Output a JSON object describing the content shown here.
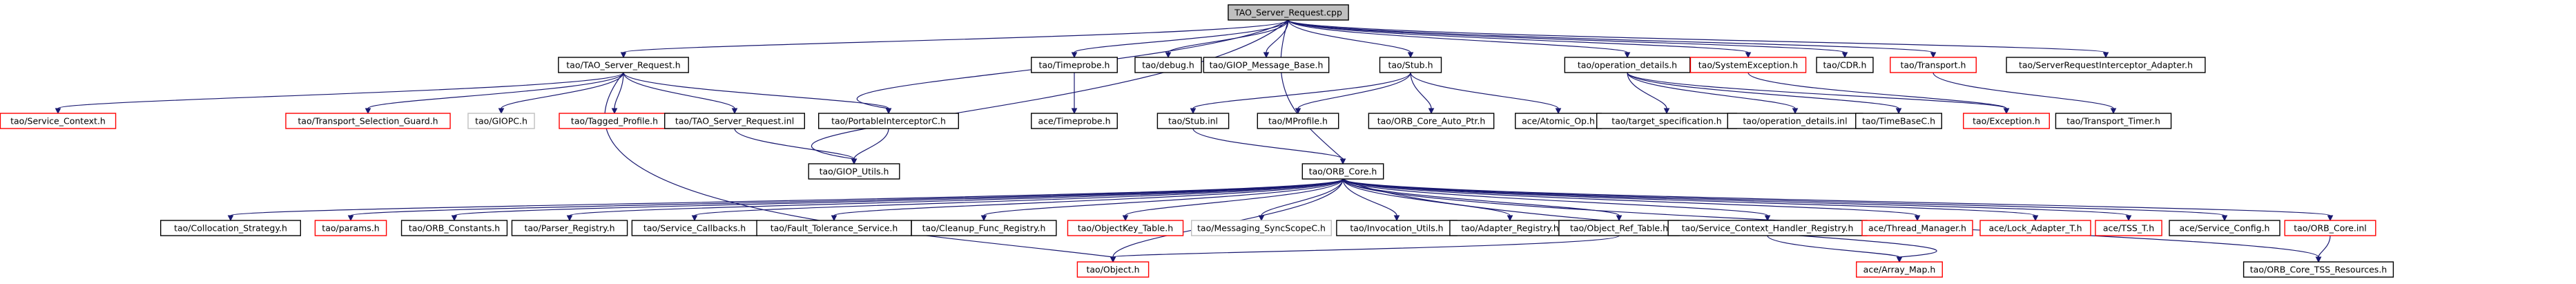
{
  "colors": {
    "root_fill": "#bfbfbf",
    "root_border": "#000000",
    "plain_border": "#000000",
    "linked_border": "#ff0000",
    "external_border": "#bfbfbf",
    "edge": "#191970"
  },
  "nodes": [
    {
      "id": "n0",
      "label": "TAO_Server_Request.cpp",
      "kind": "root"
    },
    {
      "id": "n1",
      "label": "tao/TAO_Server_Request.h",
      "kind": "plain"
    },
    {
      "id": "n2",
      "label": "tao/Timeprobe.h",
      "kind": "plain"
    },
    {
      "id": "n3",
      "label": "tao/debug.h",
      "kind": "plain"
    },
    {
      "id": "n4",
      "label": "tao/GIOP_Message_Base.h",
      "kind": "plain"
    },
    {
      "id": "n5",
      "label": "tao/Stub.h",
      "kind": "plain"
    },
    {
      "id": "n6",
      "label": "tao/operation_details.h",
      "kind": "plain"
    },
    {
      "id": "n7",
      "label": "tao/SystemException.h",
      "kind": "linked"
    },
    {
      "id": "n8",
      "label": "tao/CDR.h",
      "kind": "plain"
    },
    {
      "id": "n9",
      "label": "tao/Transport.h",
      "kind": "linked"
    },
    {
      "id": "n10",
      "label": "tao/ServerRequestInterceptor_Adapter.h",
      "kind": "plain"
    },
    {
      "id": "n11",
      "label": "tao/Service_Context.h",
      "kind": "linked"
    },
    {
      "id": "n12",
      "label": "tao/Transport_Selection_Guard.h",
      "kind": "linked"
    },
    {
      "id": "n13",
      "label": "tao/GIOPC.h",
      "kind": "external"
    },
    {
      "id": "n14",
      "label": "tao/Tagged_Profile.h",
      "kind": "linked"
    },
    {
      "id": "n15",
      "label": "tao/TAO_Server_Request.inl",
      "kind": "plain"
    },
    {
      "id": "n16",
      "label": "tao/PortableInterceptorC.h",
      "kind": "plain"
    },
    {
      "id": "n17",
      "label": "ace/Timeprobe.h",
      "kind": "plain"
    },
    {
      "id": "n18",
      "label": "tao/Stub.inl",
      "kind": "plain"
    },
    {
      "id": "n19",
      "label": "tao/MProfile.h",
      "kind": "plain"
    },
    {
      "id": "n20",
      "label": "tao/ORB_Core_Auto_Ptr.h",
      "kind": "plain"
    },
    {
      "id": "n21",
      "label": "ace/Atomic_Op.h",
      "kind": "plain"
    },
    {
      "id": "n22",
      "label": "tao/target_specification.h",
      "kind": "plain"
    },
    {
      "id": "n23",
      "label": "tao/operation_details.inl",
      "kind": "plain"
    },
    {
      "id": "n24",
      "label": "tao/TimeBaseC.h",
      "kind": "plain"
    },
    {
      "id": "n25",
      "label": "tao/Exception.h",
      "kind": "linked"
    },
    {
      "id": "n26",
      "label": "tao/Transport_Timer.h",
      "kind": "plain"
    },
    {
      "id": "n27",
      "label": "tao/GIOP_Utils.h",
      "kind": "plain"
    },
    {
      "id": "n28",
      "label": "tao/ORB_Core.h",
      "kind": "plain"
    },
    {
      "id": "n29",
      "label": "tao/Collocation_Strategy.h",
      "kind": "plain"
    },
    {
      "id": "n30",
      "label": "tao/params.h",
      "kind": "linked"
    },
    {
      "id": "n31",
      "label": "tao/ORB_Constants.h",
      "kind": "plain"
    },
    {
      "id": "n32",
      "label": "tao/Parser_Registry.h",
      "kind": "plain"
    },
    {
      "id": "n33",
      "label": "tao/Service_Callbacks.h",
      "kind": "plain"
    },
    {
      "id": "n34",
      "label": "tao/Fault_Tolerance_Service.h",
      "kind": "plain"
    },
    {
      "id": "n35",
      "label": "tao/Cleanup_Func_Registry.h",
      "kind": "plain"
    },
    {
      "id": "n36",
      "label": "tao/ObjectKey_Table.h",
      "kind": "linked"
    },
    {
      "id": "n37",
      "label": "tao/Messaging_SyncScopeC.h",
      "kind": "external"
    },
    {
      "id": "n38",
      "label": "tao/Invocation_Utils.h",
      "kind": "plain"
    },
    {
      "id": "n39",
      "label": "tao/Adapter_Registry.h",
      "kind": "plain"
    },
    {
      "id": "n40",
      "label": "tao/Object_Ref_Table.h",
      "kind": "plain"
    },
    {
      "id": "n41",
      "label": "tao/Service_Context_Handler_Registry.h",
      "kind": "plain"
    },
    {
      "id": "n42",
      "label": "ace/Thread_Manager.h",
      "kind": "linked"
    },
    {
      "id": "n43",
      "label": "ace/Lock_Adapter_T.h",
      "kind": "linked"
    },
    {
      "id": "n44",
      "label": "ace/TSS_T.h",
      "kind": "linked"
    },
    {
      "id": "n45",
      "label": "ace/Service_Config.h",
      "kind": "plain"
    },
    {
      "id": "n46",
      "label": "tao/ORB_Core.inl",
      "kind": "linked"
    },
    {
      "id": "n47",
      "label": "tao/Object.h",
      "kind": "linked"
    },
    {
      "id": "n48",
      "label": "ace/Array_Map.h",
      "kind": "linked"
    },
    {
      "id": "n49",
      "label": "tao/ORB_Core_TSS_Resources.h",
      "kind": "plain"
    }
  ],
  "edges": [
    [
      "n0",
      "n1"
    ],
    [
      "n0",
      "n2"
    ],
    [
      "n0",
      "n3"
    ],
    [
      "n0",
      "n4"
    ],
    [
      "n0",
      "n5"
    ],
    [
      "n0",
      "n6"
    ],
    [
      "n0",
      "n7"
    ],
    [
      "n0",
      "n8"
    ],
    [
      "n0",
      "n9"
    ],
    [
      "n0",
      "n10"
    ],
    [
      "n0",
      "n16"
    ],
    [
      "n0",
      "n27"
    ],
    [
      "n0",
      "n28"
    ],
    [
      "n1",
      "n11"
    ],
    [
      "n1",
      "n12"
    ],
    [
      "n1",
      "n13"
    ],
    [
      "n1",
      "n14"
    ],
    [
      "n1",
      "n15"
    ],
    [
      "n1",
      "n16"
    ],
    [
      "n1",
      "n47"
    ],
    [
      "n15",
      "n27"
    ],
    [
      "n16",
      "n27"
    ],
    [
      "n2",
      "n17"
    ],
    [
      "n5",
      "n18"
    ],
    [
      "n5",
      "n19"
    ],
    [
      "n5",
      "n20"
    ],
    [
      "n5",
      "n21"
    ],
    [
      "n18",
      "n28"
    ],
    [
      "n6",
      "n22"
    ],
    [
      "n6",
      "n23"
    ],
    [
      "n6",
      "n24"
    ],
    [
      "n6",
      "n25"
    ],
    [
      "n7",
      "n25"
    ],
    [
      "n9",
      "n26"
    ],
    [
      "n28",
      "n29"
    ],
    [
      "n28",
      "n30"
    ],
    [
      "n28",
      "n31"
    ],
    [
      "n28",
      "n32"
    ],
    [
      "n28",
      "n33"
    ],
    [
      "n28",
      "n34"
    ],
    [
      "n28",
      "n35"
    ],
    [
      "n28",
      "n36"
    ],
    [
      "n28",
      "n37"
    ],
    [
      "n28",
      "n38"
    ],
    [
      "n28",
      "n39"
    ],
    [
      "n28",
      "n40"
    ],
    [
      "n28",
      "n41"
    ],
    [
      "n28",
      "n42"
    ],
    [
      "n28",
      "n43"
    ],
    [
      "n28",
      "n44"
    ],
    [
      "n28",
      "n45"
    ],
    [
      "n28",
      "n46"
    ],
    [
      "n28",
      "n47"
    ],
    [
      "n28",
      "n48"
    ],
    [
      "n28",
      "n49"
    ],
    [
      "n40",
      "n47"
    ],
    [
      "n41",
      "n48"
    ],
    [
      "n46",
      "n49"
    ]
  ]
}
